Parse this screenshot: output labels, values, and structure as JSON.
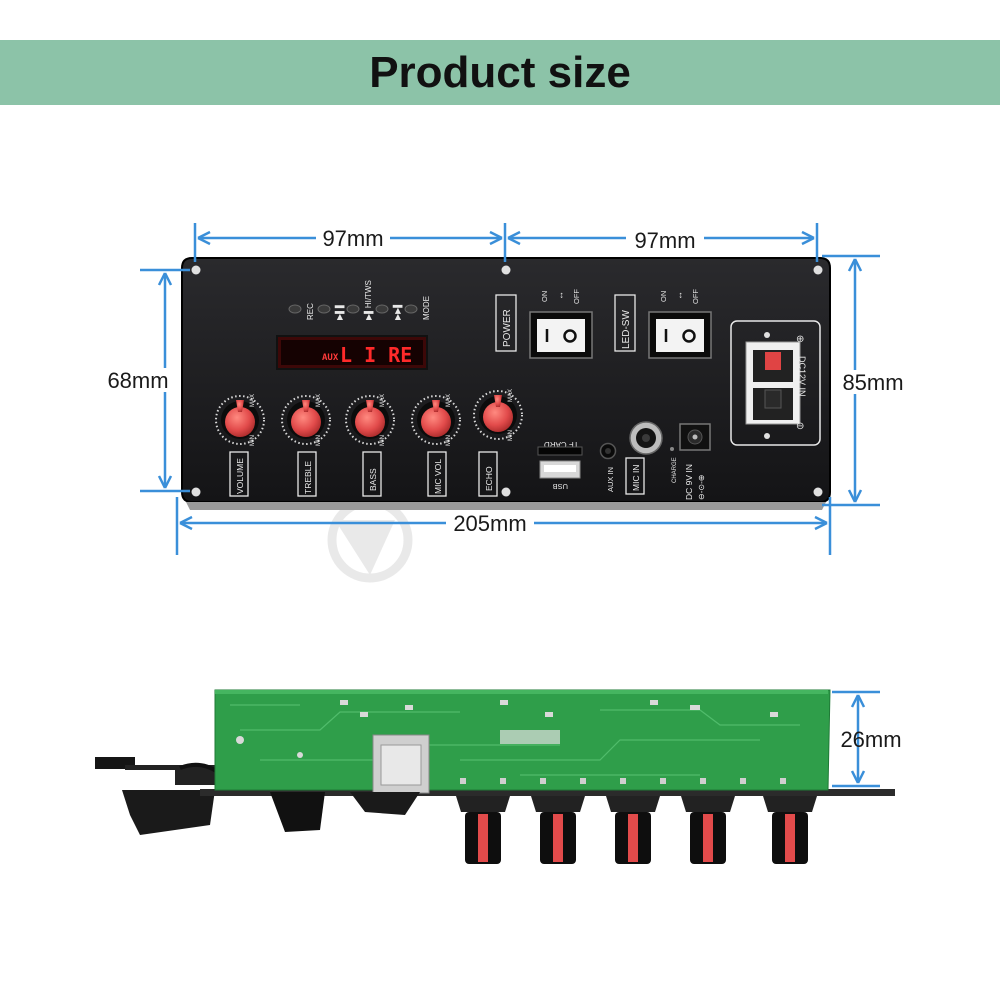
{
  "header": {
    "title": "Product size"
  },
  "dimensions": {
    "top_left_width": "97mm",
    "top_right_width": "97mm",
    "left_height": "68mm",
    "right_height": "85mm",
    "total_width": "205mm",
    "board_depth": "26mm"
  },
  "panel": {
    "leds": [
      "REC",
      "▶▌▌",
      "▶▌HI/TWS",
      "▶▶▌",
      "MODE"
    ],
    "display": {
      "prefix": "AUX",
      "text": "L I RE"
    },
    "knobs": [
      "VOLUME",
      "TREBLE",
      "BASS",
      "MIC VOL",
      "ECHO"
    ],
    "knob_min": "MIN",
    "knob_max": "MAX",
    "power_label": "POWER",
    "led_sw_label": "LED-SW",
    "switch_on": "ON",
    "switch_off": "OFF",
    "tf_card": "TF CARD",
    "usb": "USB",
    "aux_in": "AUX IN",
    "mic_in": "MIC IN",
    "charge": "CHARGE",
    "dc9v": "DC 9V IN",
    "dc12v": "DC12V IN"
  },
  "colors": {
    "banner": "#8cc3a8",
    "dimension_line": "#3a8fd9",
    "panel": "#1c1c1e",
    "knob": "#e05050",
    "pcb": "#2f9e4a",
    "display": "#ff2a2a"
  }
}
